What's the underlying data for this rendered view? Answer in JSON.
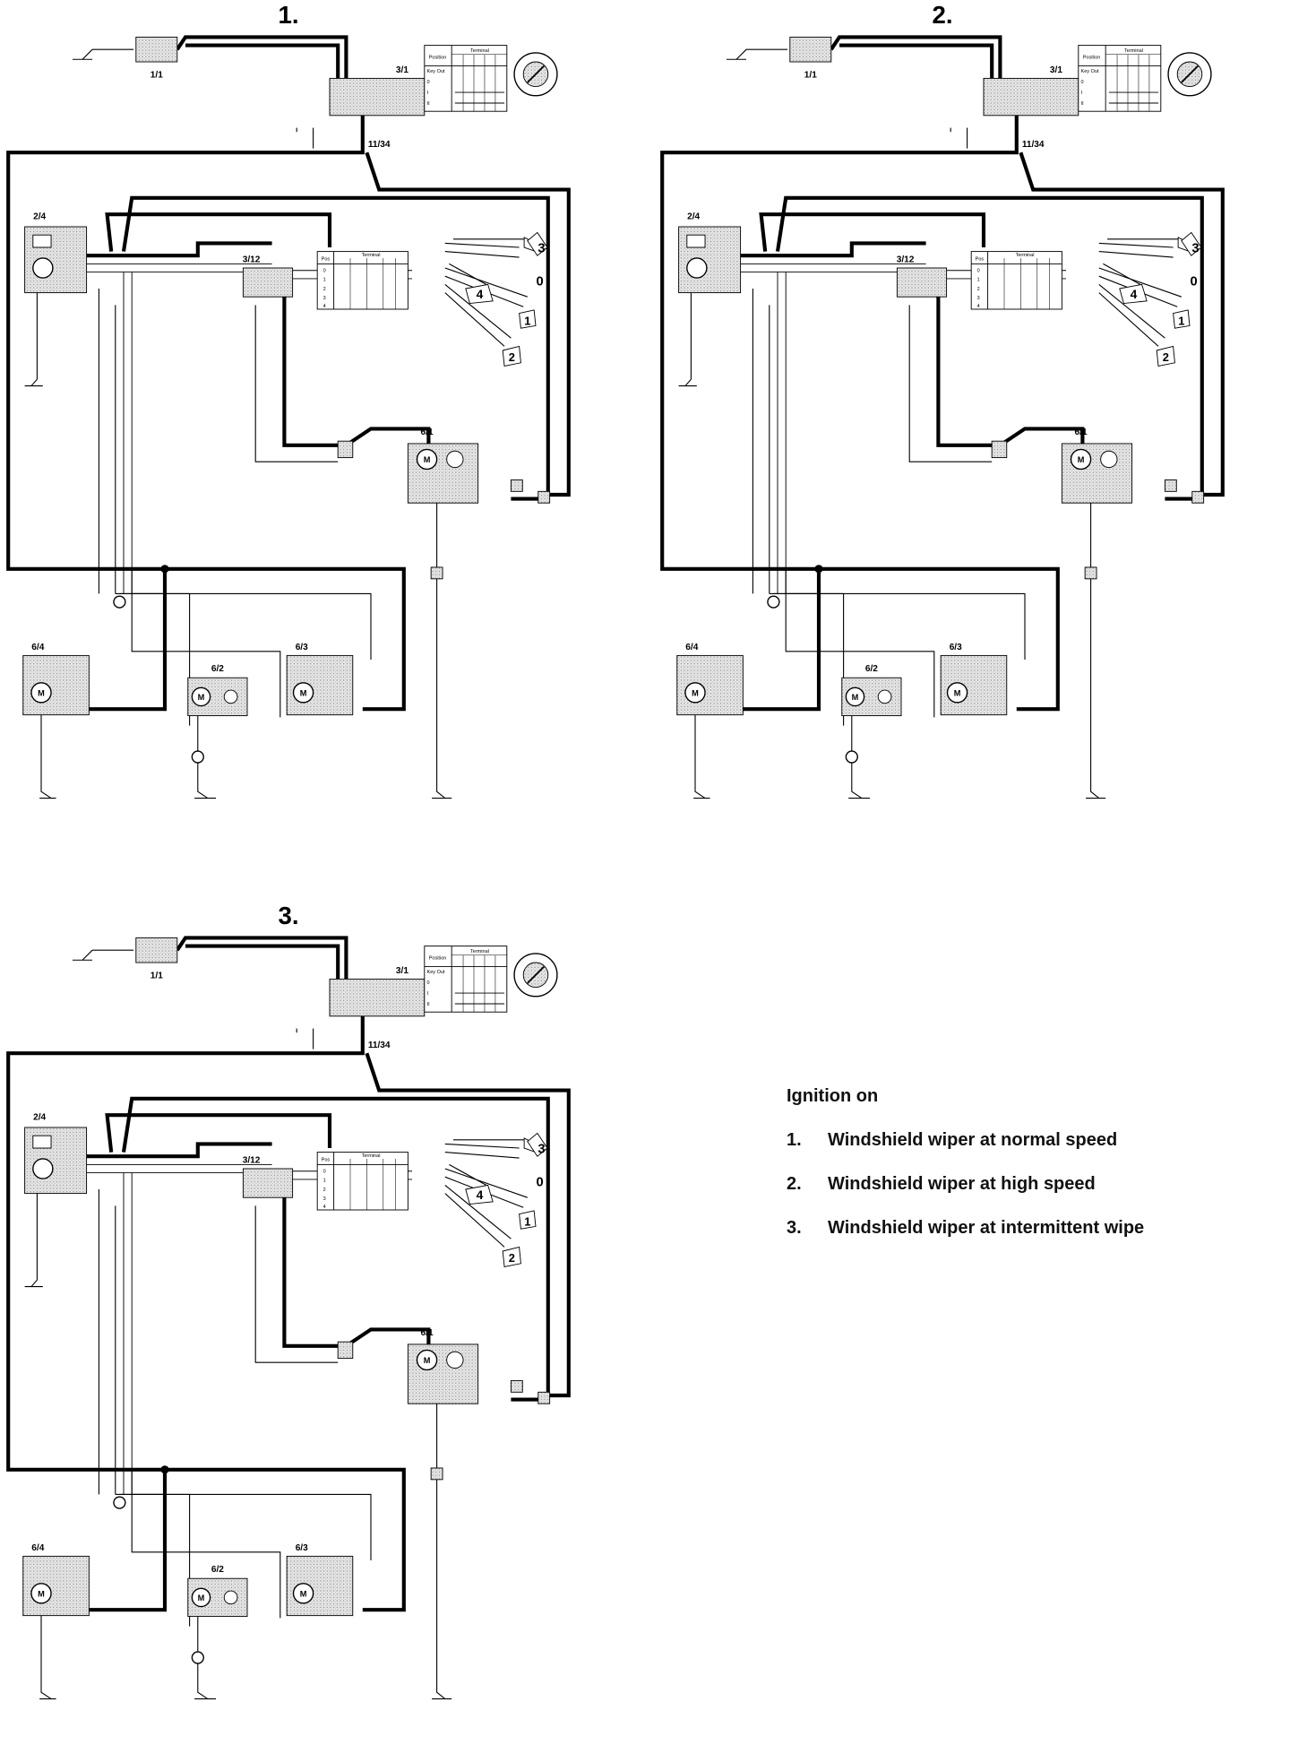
{
  "panels": [
    {
      "number": "1.",
      "labels": {
        "fuse": "1/1",
        "ignition": "3/1",
        "connector": "11/34",
        "relay": "2/4",
        "stalk": "3/12",
        "wiper_motor": "6/1",
        "m_left": "6/4",
        "m_center": "6/2",
        "m_right": "6/3"
      },
      "ign_table": {
        "header": "Position",
        "group": "Terminal",
        "rows": [
          "Key Out",
          "0",
          "I",
          "II"
        ]
      },
      "stalk_table": {
        "header": "Pos",
        "group": "Terminal",
        "rows": [
          "0",
          "1",
          "2",
          "3",
          "4"
        ]
      },
      "positions": [
        "3",
        "0",
        "4",
        "1",
        "2"
      ]
    },
    {
      "number": "2.",
      "labels": {
        "fuse": "1/1",
        "ignition": "3/1",
        "connector": "11/34",
        "relay": "2/4",
        "stalk": "3/12",
        "wiper_motor": "6/1",
        "m_left": "6/4",
        "m_center": "6/2",
        "m_right": "6/3"
      },
      "ign_table": {
        "header": "Position",
        "group": "Terminal",
        "rows": [
          "Key Out",
          "0",
          "I",
          "II"
        ]
      },
      "stalk_table": {
        "header": "Pos",
        "group": "Terminal",
        "rows": [
          "0",
          "1",
          "2",
          "3",
          "4"
        ]
      },
      "positions": [
        "3",
        "0",
        "4",
        "1",
        "2"
      ]
    },
    {
      "number": "3.",
      "labels": {
        "fuse": "1/1",
        "ignition": "3/1",
        "connector": "11/34",
        "relay": "2/4",
        "stalk": "3/12",
        "wiper_motor": "6/1",
        "m_left": "6/4",
        "m_center": "6/2",
        "m_right": "6/3"
      },
      "ign_table": {
        "header": "Position",
        "group": "Terminal",
        "rows": [
          "Key Out",
          "0",
          "I",
          "II"
        ]
      },
      "stalk_table": {
        "header": "Pos",
        "group": "Terminal",
        "rows": [
          "0",
          "1",
          "2",
          "3",
          "4"
        ]
      },
      "positions": [
        "3",
        "0",
        "4",
        "1",
        "2"
      ]
    }
  ],
  "legend": {
    "title": "Ignition on",
    "items": [
      {
        "num": "1.",
        "text": "Windshield wiper at normal speed"
      },
      {
        "num": "2.",
        "text": "Windshield wiper at high speed"
      },
      {
        "num": "3.",
        "text": "Windshield wiper at intermittent wipe"
      }
    ]
  }
}
